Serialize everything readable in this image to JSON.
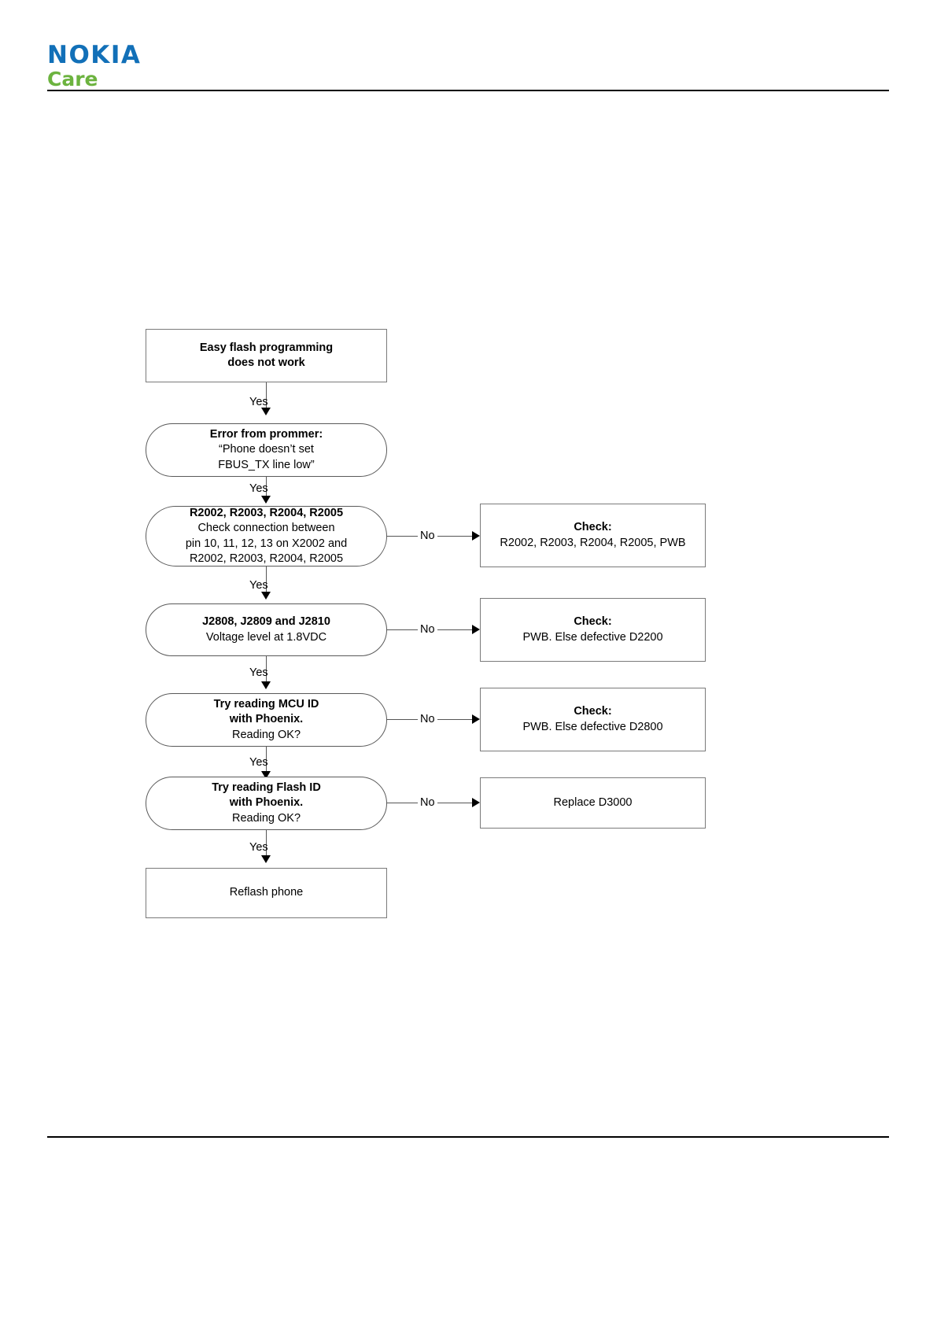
{
  "header": {
    "logo_primary": "NOKIA",
    "logo_secondary": "Care"
  },
  "flow": {
    "start": {
      "line1": "Easy flash programming",
      "line2": "does not work"
    },
    "nodes": [
      {
        "id": "error-prommer",
        "line1": "Error from prommer:",
        "line2": "“Phone doesn’t set",
        "line3": "FBUS_TX line low”"
      },
      {
        "id": "resistor-check",
        "line1": "R2002, R2003, R2004, R2005",
        "line2": "Check connection between",
        "line3": "pin 10, 11, 12, 13 on X2002 and",
        "line4": "R2002, R2003, R2004, R2005"
      },
      {
        "id": "jumper-voltage",
        "line1": "J2808, J2809 and J2810",
        "line2": "Voltage level at 1.8VDC"
      },
      {
        "id": "read-mcu-id",
        "line1": "Try reading MCU ID",
        "line2": "with Phoenix.",
        "line3": "Reading OK?"
      },
      {
        "id": "read-flash-id",
        "line1": "Try reading Flash ID",
        "line2": "with Phoenix.",
        "line3": "Reading OK?"
      }
    ],
    "end": {
      "line1": "Reflash phone"
    },
    "actions": [
      {
        "id": "check-resistors",
        "line1": "Check:",
        "line2": "R2002, R2003, R2004, R2005, PWB"
      },
      {
        "id": "check-d2200",
        "line1": "Check:",
        "line2": "PWB. Else defective D2200"
      },
      {
        "id": "check-d2800",
        "line1": "Check:",
        "line2": "PWB. Else defective D2800"
      },
      {
        "id": "replace-d3000",
        "line1": "Replace D3000"
      }
    ],
    "labels": {
      "yes": "Yes",
      "no": "No"
    }
  }
}
